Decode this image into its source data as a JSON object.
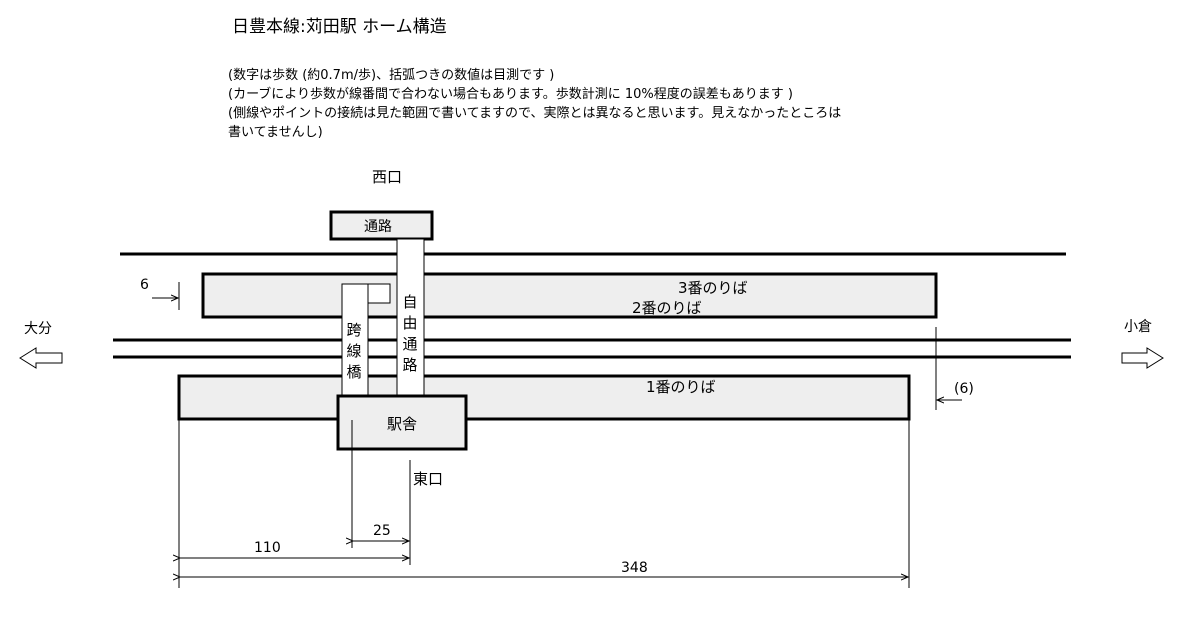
{
  "title": "日豊本線:苅田駅  ホーム構造",
  "notes": [
    "(数字は歩数 (約0.7m/歩)、括弧つきの数値は目測です )",
    "(カーブにより歩数が線番間で合わない場合もあります。歩数計測に  10%程度の誤差もあります )",
    "(側線やポイントの接続は見た範囲で書いてますので、実際とは異なると思います。見えなかったところは",
    "書いてませんし)"
  ],
  "labels": {
    "west_exit": "西口",
    "east_exit": "東口",
    "passage": "通路",
    "free_passage": "自由通路",
    "footbridge": "跨線橋",
    "station_building": "駅舎",
    "platform_3": "3番のりば",
    "platform_2": "2番のりば",
    "platform_1": "1番のりば",
    "direction_left": "大分",
    "direction_right": "小倉"
  },
  "dimensions": {
    "left_offset": "6",
    "right_offset": "(6)",
    "to_building": "110",
    "building_width": "25",
    "platform_length": "348"
  }
}
